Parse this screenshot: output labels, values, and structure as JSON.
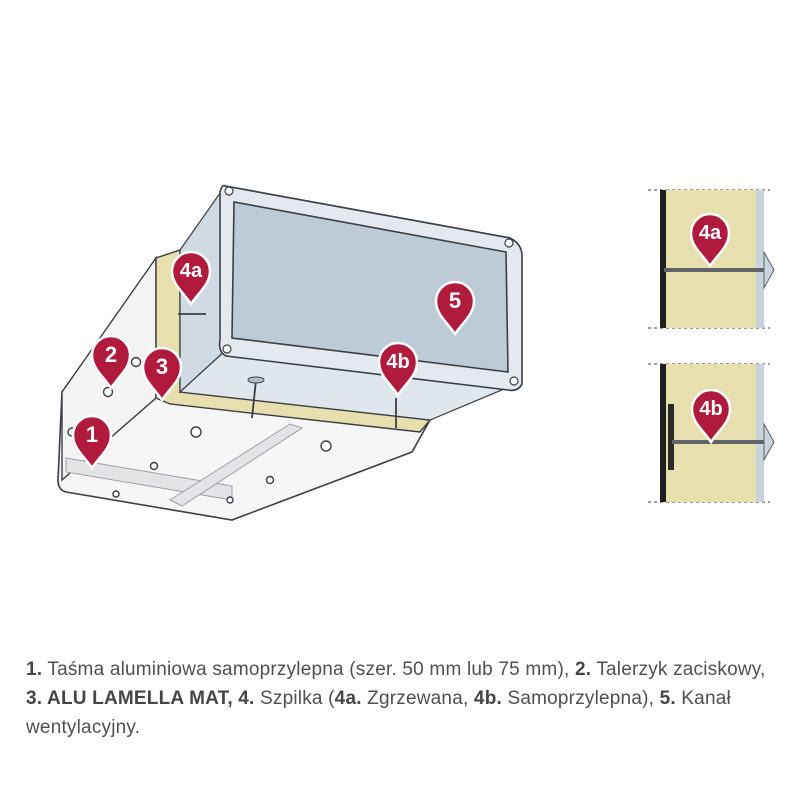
{
  "markers": {
    "m1": "1",
    "m2": "2",
    "m3": "3",
    "m4a": "4a",
    "m4b": "4b",
    "m5": "5",
    "side_4a": "4a",
    "side_4b": "4b"
  },
  "caption": {
    "n1": "1.",
    "t1": " Taśma aluminiowa samoprzylepna (szer. 50 mm lub 75 mm), ",
    "n2": "2.",
    "t2": " Talerzyk zaciskowy, ",
    "n3": "3. ALU LAMELLA MAT, 4.",
    "t3": " Szpilka (",
    "n4a": "4a.",
    "t4": " Zgrzewana, ",
    "n4b": "4b.",
    "t5": " Samoprzylepna), ",
    "n5": "5.",
    "t6": " Kanał wentylacyjny."
  },
  "colors": {
    "marker": "#b01a3c",
    "insulation": "#e8dfae",
    "duct_face": "#bccbd6",
    "duct_frame": "#dfe6ec",
    "panel": "#f5f5f5",
    "outline": "#3a3f45",
    "pin": "#5f6468"
  }
}
